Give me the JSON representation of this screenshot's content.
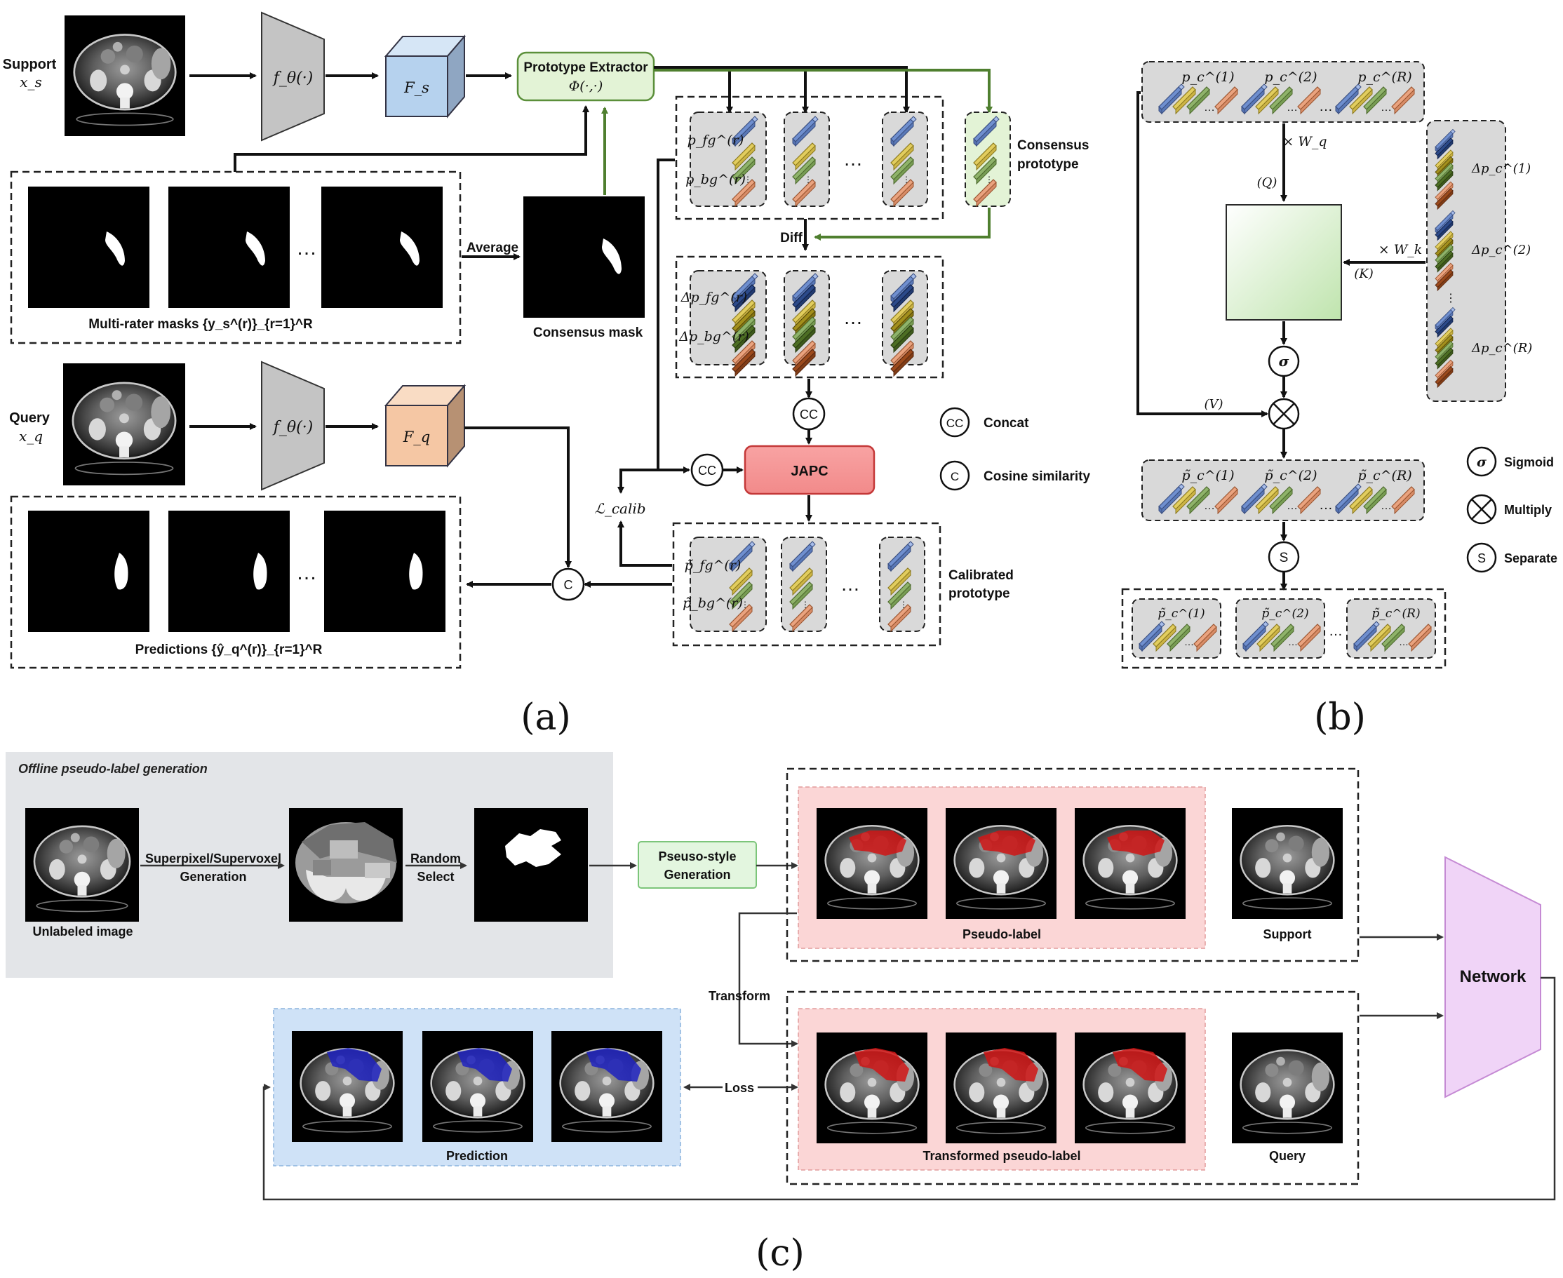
{
  "panel_a": {
    "support_label": "Support",
    "support_var": "x_s",
    "encoder_label": "f_θ(·)",
    "fs_label": "F_s",
    "prototype_extractor_title": "Prototype Extractor",
    "prototype_extractor_sub": "Φ(·,·)",
    "multi_rater_caption": "Multi-rater masks {y_s^(r)}_{r=1}^R",
    "average_label": "Average",
    "consensus_mask_caption": "Consensus mask",
    "consensus_prototype_label": [
      "Consensus",
      "prototype"
    ],
    "diff_label": "Diff",
    "proto_labels": {
      "fg": "p_fg^(r)",
      "bg": "p_bg^(r)"
    },
    "delta_labels": {
      "fg": "Δp_fg^(r)",
      "bg": "Δp_bg^(r)"
    },
    "calib_labels": {
      "fg": "p̃_fg^(r)",
      "bg": "p̃_bg^(r)"
    },
    "query_label": "Query",
    "query_var": "x_q",
    "fq_label": "F_q",
    "cc_symbol": "CC",
    "c_symbol": "C",
    "japc_label": "JAPC",
    "loss_label": "ℒ_calib",
    "legend_concat": "Concat",
    "legend_cosine": "Cosine similarity",
    "calibrated_prototype_label": [
      "Calibrated",
      "prototype"
    ],
    "predictions_caption": "Predictions {ŷ_q^(r)}_{r=1}^R",
    "ellipsis": "…",
    "panel_letter": "(a)"
  },
  "panel_b": {
    "proto_labels": [
      "p_c^(1)",
      "p_c^(2)",
      "p_c^(R)"
    ],
    "wq_label": "× W_q",
    "q_label": "(Q)",
    "wk_label": "× W_k",
    "k_label": "(K)",
    "v_label": "(V)",
    "delta_labels": [
      "Δp_c^(1)",
      "Δp_c^(2)",
      "Δp_c^(R)"
    ],
    "sigma_symbol": "σ",
    "s_symbol": "S",
    "calib_labels": [
      "p̃_c^(1)",
      "p̃_c^(2)",
      "p̃_c^(R)"
    ],
    "legend_sigmoid": "Sigmoid",
    "legend_multiply": "Multiply",
    "legend_separate": "Separate",
    "ellipsis": "…",
    "panel_letter": "(b)"
  },
  "panel_c": {
    "offline_title": "Offline pseudo-label generation",
    "unlabeled_caption": "Unlabeled image",
    "superpixel_label": [
      "Superpixel/Supervoxel",
      "Generation"
    ],
    "random_select_label": [
      "Random",
      "Select"
    ],
    "pseudo_style_label": [
      "Pseuso-style",
      "Generation"
    ],
    "pseudo_label_caption": "Pseudo-label",
    "support_caption": "Support",
    "transform_label": "Transform",
    "transformed_caption": "Transformed pseudo-label",
    "query_caption": "Query",
    "loss_label": "Loss",
    "prediction_caption": "Prediction",
    "network_label": "Network",
    "panel_letter": "(c)"
  },
  "colors": {
    "blue_bar": "#6f8fcf",
    "yellow_bar": "#e2cd5e",
    "green_bar": "#8fb36a",
    "orange_bar": "#eaa37f",
    "navy_bar": "#2c4a8a",
    "olive_bar": "#8b7b14",
    "darkgreen_bar": "#4d6e24",
    "brown_bar": "#9c4a1c",
    "japc_fill": "#f69a9a",
    "extractor_fill": "#e3f3d6",
    "network_fill": "#f0d4f7",
    "pink_panel": "#fbd6d6",
    "blue_panel": "#cfe2f7",
    "gray_panel": "#e3e5e8",
    "pseudo_label_red": "#d01515",
    "prediction_blue": "#1f22c0"
  }
}
